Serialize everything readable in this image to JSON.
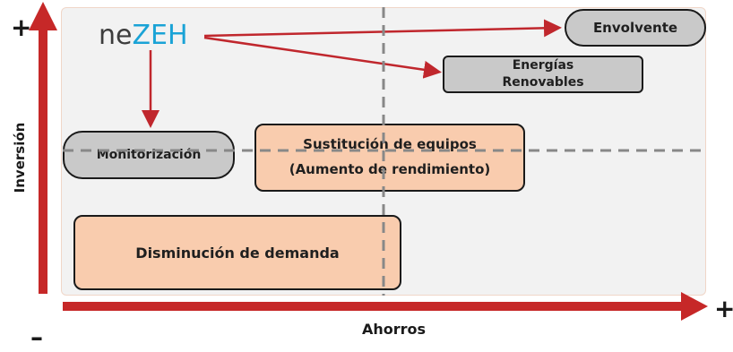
{
  "brand": {
    "prefix": "ne",
    "suffix": "ZEH"
  },
  "axes": {
    "y_label": "Inversión",
    "x_label": "Ahorros",
    "y_high": "+",
    "x_high": "+",
    "origin_low": "–"
  },
  "boxes": {
    "envolvente": "Envolvente",
    "energias_line1": "Energías",
    "energias_line2": "Renovables",
    "monitorizacion": "Monitorización",
    "sustitucion_line1": "Sustitución de equipos",
    "sustitucion_line2": "(Aumento de rendimiento)",
    "demanda": "Disminución de demanda"
  },
  "colors": {
    "axis_arrow": "#c62828",
    "connector": "#c0272d",
    "panel": "#f2f2f2",
    "grey_box": "#c9c9c9",
    "orange_box": "#f9ccae",
    "divider": "#888888",
    "brand_accent": "#1aa3d6"
  }
}
